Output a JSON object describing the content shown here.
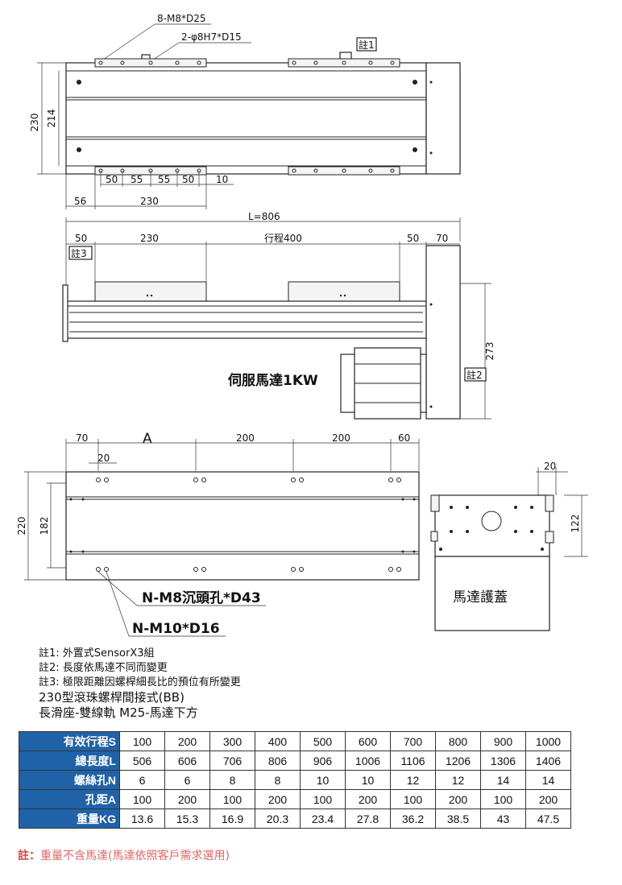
{
  "top_view": {
    "label_m8": "8-M8*D25",
    "label_pin": "2-φ8H7*D15",
    "note1_tag": "註1",
    "height_outer": "230",
    "height_inner": "214",
    "pitch_50a": "50",
    "pitch_55a": "55",
    "pitch_55b": "55",
    "pitch_50b": "50",
    "pitch_10": "10",
    "offset_56": "56",
    "width_230": "230"
  },
  "side_view": {
    "length_total": "L=806",
    "seg_50_left": "50",
    "seg_230": "230",
    "stroke_label": "行程400",
    "seg_50_right": "50",
    "seg_70": "70",
    "note3_tag": "註3",
    "motor_label": "伺服馬達1KW",
    "height_273": "273",
    "note2_tag": "註2"
  },
  "base_view": {
    "seg_70": "70",
    "seg_a": "A",
    "seg_200a": "200",
    "seg_200b": "200",
    "seg_60": "60",
    "seg_20": "20",
    "height_220": "220",
    "height_182": "182",
    "label_m8_counterbore": "N-M8沉頭孔*D43",
    "label_m10": "N-M10*D16"
  },
  "end_view": {
    "seg_20": "20",
    "height_122": "122",
    "cover_label": "馬達護蓋"
  },
  "notes": {
    "note1": "註1: 外置式SensorX3組",
    "note2": "註2: 長度依馬達不同而變更",
    "note3": "註3: 極限距離因螺桿細長比的預位有所變更",
    "model_line1": "230型滾珠螺桿間接式(BB)",
    "model_line2": "長滑座-雙線軌 M25-馬達下方"
  },
  "spec_table": {
    "rows": [
      {
        "header": "有效行程S",
        "values": [
          "100",
          "200",
          "300",
          "400",
          "500",
          "600",
          "700",
          "800",
          "900",
          "1000"
        ]
      },
      {
        "header": "總長度L",
        "values": [
          "506",
          "606",
          "706",
          "806",
          "906",
          "1006",
          "1106",
          "1206",
          "1306",
          "1406"
        ]
      },
      {
        "header": "螺絲孔N",
        "values": [
          "6",
          "6",
          "8",
          "8",
          "10",
          "10",
          "12",
          "12",
          "14",
          "14"
        ]
      },
      {
        "header": "孔距A",
        "values": [
          "100",
          "200",
          "100",
          "200",
          "100",
          "200",
          "100",
          "200",
          "100",
          "200"
        ]
      },
      {
        "header": "重量KG",
        "values": [
          "13.6",
          "15.3",
          "16.9",
          "20.3",
          "23.4",
          "27.8",
          "36.2",
          "38.5",
          "43",
          "47.5"
        ]
      }
    ]
  },
  "footnote": {
    "prefix": "註：",
    "text": "重量不含馬達(馬達依照客戶需求選用)"
  },
  "colors": {
    "header_bg": "#1f62a8",
    "footnote_color": "#e06666"
  }
}
